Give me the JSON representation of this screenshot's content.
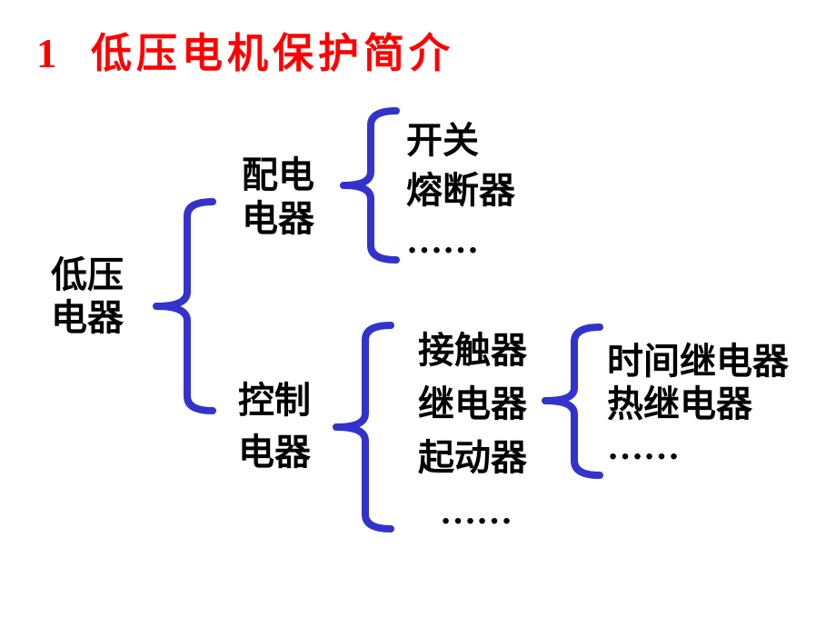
{
  "slide": {
    "title": {
      "text": "1  低压电机保护简介",
      "color": "#ff0000"
    },
    "diagram": {
      "brace_color": "#3333cc",
      "text_color": "#000000",
      "root": {
        "line1": "低压",
        "line2": "电器"
      },
      "distribution_node": {
        "line1": "配电",
        "line2": "电器"
      },
      "control_node": {
        "line1": "控制",
        "line2": "电器"
      },
      "distribution_items": [
        "开关",
        "熔断器",
        "……"
      ],
      "control_items": [
        "接触器",
        "继电器",
        "起动器",
        "……"
      ],
      "relay_items": [
        "时间继电器",
        "热继电器",
        "……"
      ]
    }
  }
}
